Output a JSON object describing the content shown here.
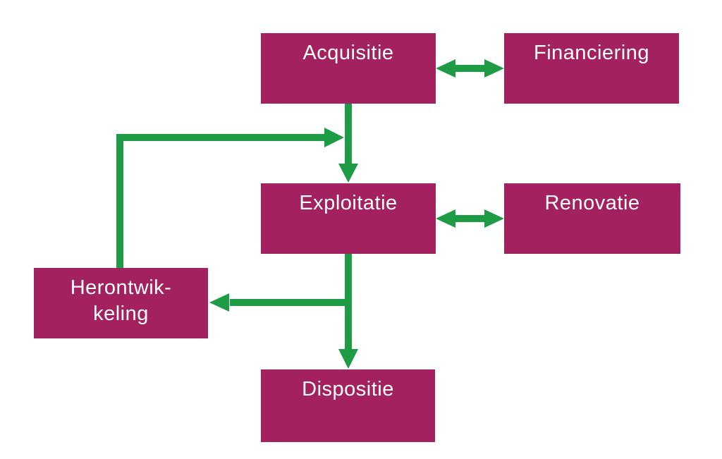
{
  "diagram": {
    "type": "flowchart",
    "colors": {
      "background": "#FFFFFF",
      "node_fill": "#A3215E",
      "node_text": "#FFFFFF",
      "arrow": "#1E9C45"
    },
    "nodes": {
      "acquisitie": {
        "label": "Acquisitie"
      },
      "financiering": {
        "label": "Financiering"
      },
      "exploitatie": {
        "label": "Exploitatie"
      },
      "renovatie": {
        "label": "Renovatie"
      },
      "herontwikkeling": {
        "label": "Herontwik-\nkeling"
      },
      "dispositie": {
        "label": "Dispositie"
      }
    },
    "edges": [
      {
        "from": "acquisitie",
        "to": "financiering",
        "direction": "bidirectional"
      },
      {
        "from": "acquisitie",
        "to": "exploitatie",
        "direction": "forward"
      },
      {
        "from": "exploitatie",
        "to": "renovatie",
        "direction": "bidirectional"
      },
      {
        "from": "herontwikkeling",
        "to": "exploitatie",
        "direction": "forward"
      },
      {
        "from": "exploitatie",
        "to": "herontwikkeling",
        "direction": "forward"
      },
      {
        "from": "exploitatie",
        "to": "dispositie",
        "direction": "forward"
      }
    ]
  }
}
